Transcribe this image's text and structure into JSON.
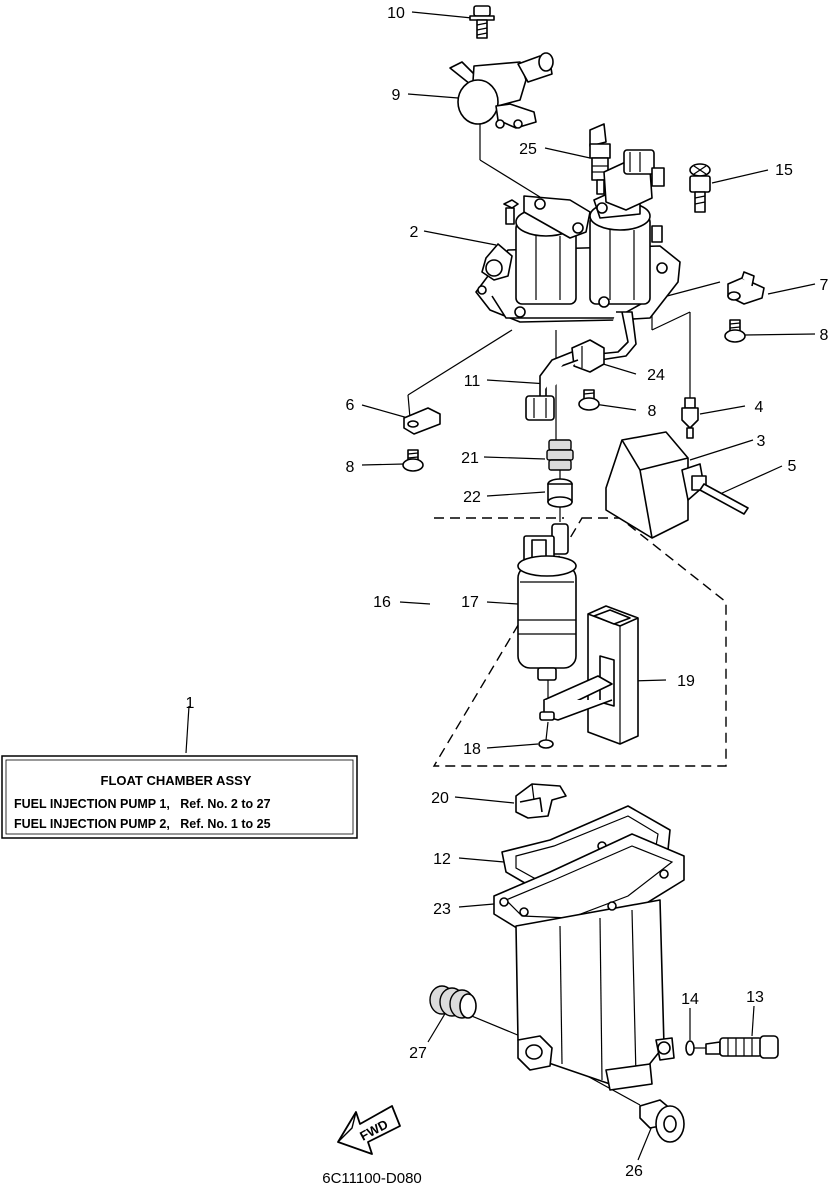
{
  "diagram": {
    "assembly_box": {
      "ref": "1",
      "title": "FLOAT CHAMBER ASSY",
      "line1": "FUEL INJECTION PUMP 1,   Ref. No. 2 to 27",
      "line2": "FUEL INJECTION PUMP 2,   Ref. No. 1 to 25"
    },
    "callouts": {
      "p2": "2",
      "p3": "3",
      "p4": "4",
      "p5": "5",
      "p6": "6",
      "p7": "7",
      "p8a": "8",
      "p8b": "8",
      "p8c": "8",
      "p9": "9",
      "p10": "10",
      "p11": "11",
      "p12": "12",
      "p13": "13",
      "p14": "14",
      "p15": "15",
      "p16": "16",
      "p17": "17",
      "p18": "18",
      "p19": "19",
      "p20": "20",
      "p21": "21",
      "p22": "22",
      "p23": "23",
      "p24": "24",
      "p25": "25",
      "p26": "26",
      "p27": "27"
    },
    "fwd_label": "FWD",
    "drawing_code": "6C11100-D080"
  }
}
